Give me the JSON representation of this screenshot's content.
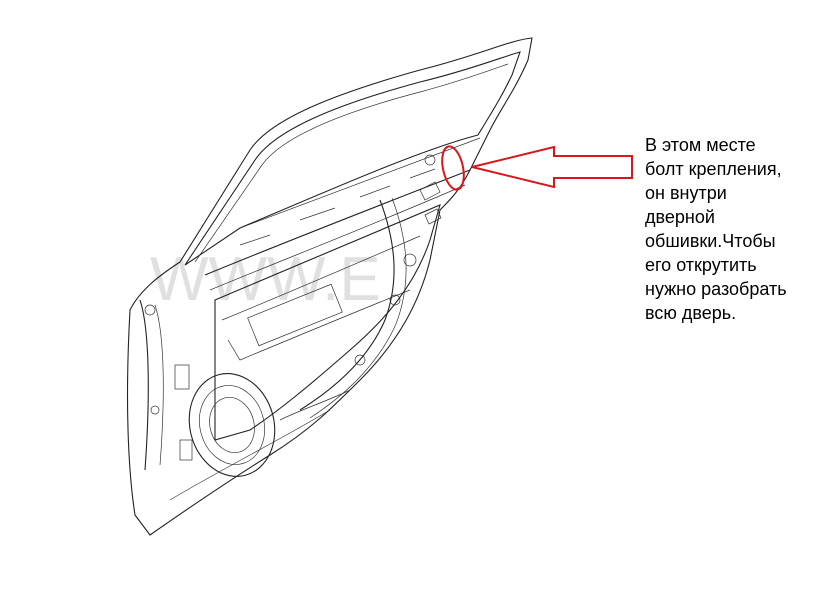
{
  "annotation": {
    "text": "В этом месте болт крепления, он внутри дверной обшивки.Чтобы его открутить нужно разобрать всю дверь."
  },
  "watermark": {
    "text": "WWW.E"
  },
  "colors": {
    "highlight": "#d9161c",
    "lineart": "#222222",
    "background": "#ffffff"
  },
  "icons": {
    "pointer": "left-arrow-icon",
    "marker": "highlight-ellipse"
  }
}
